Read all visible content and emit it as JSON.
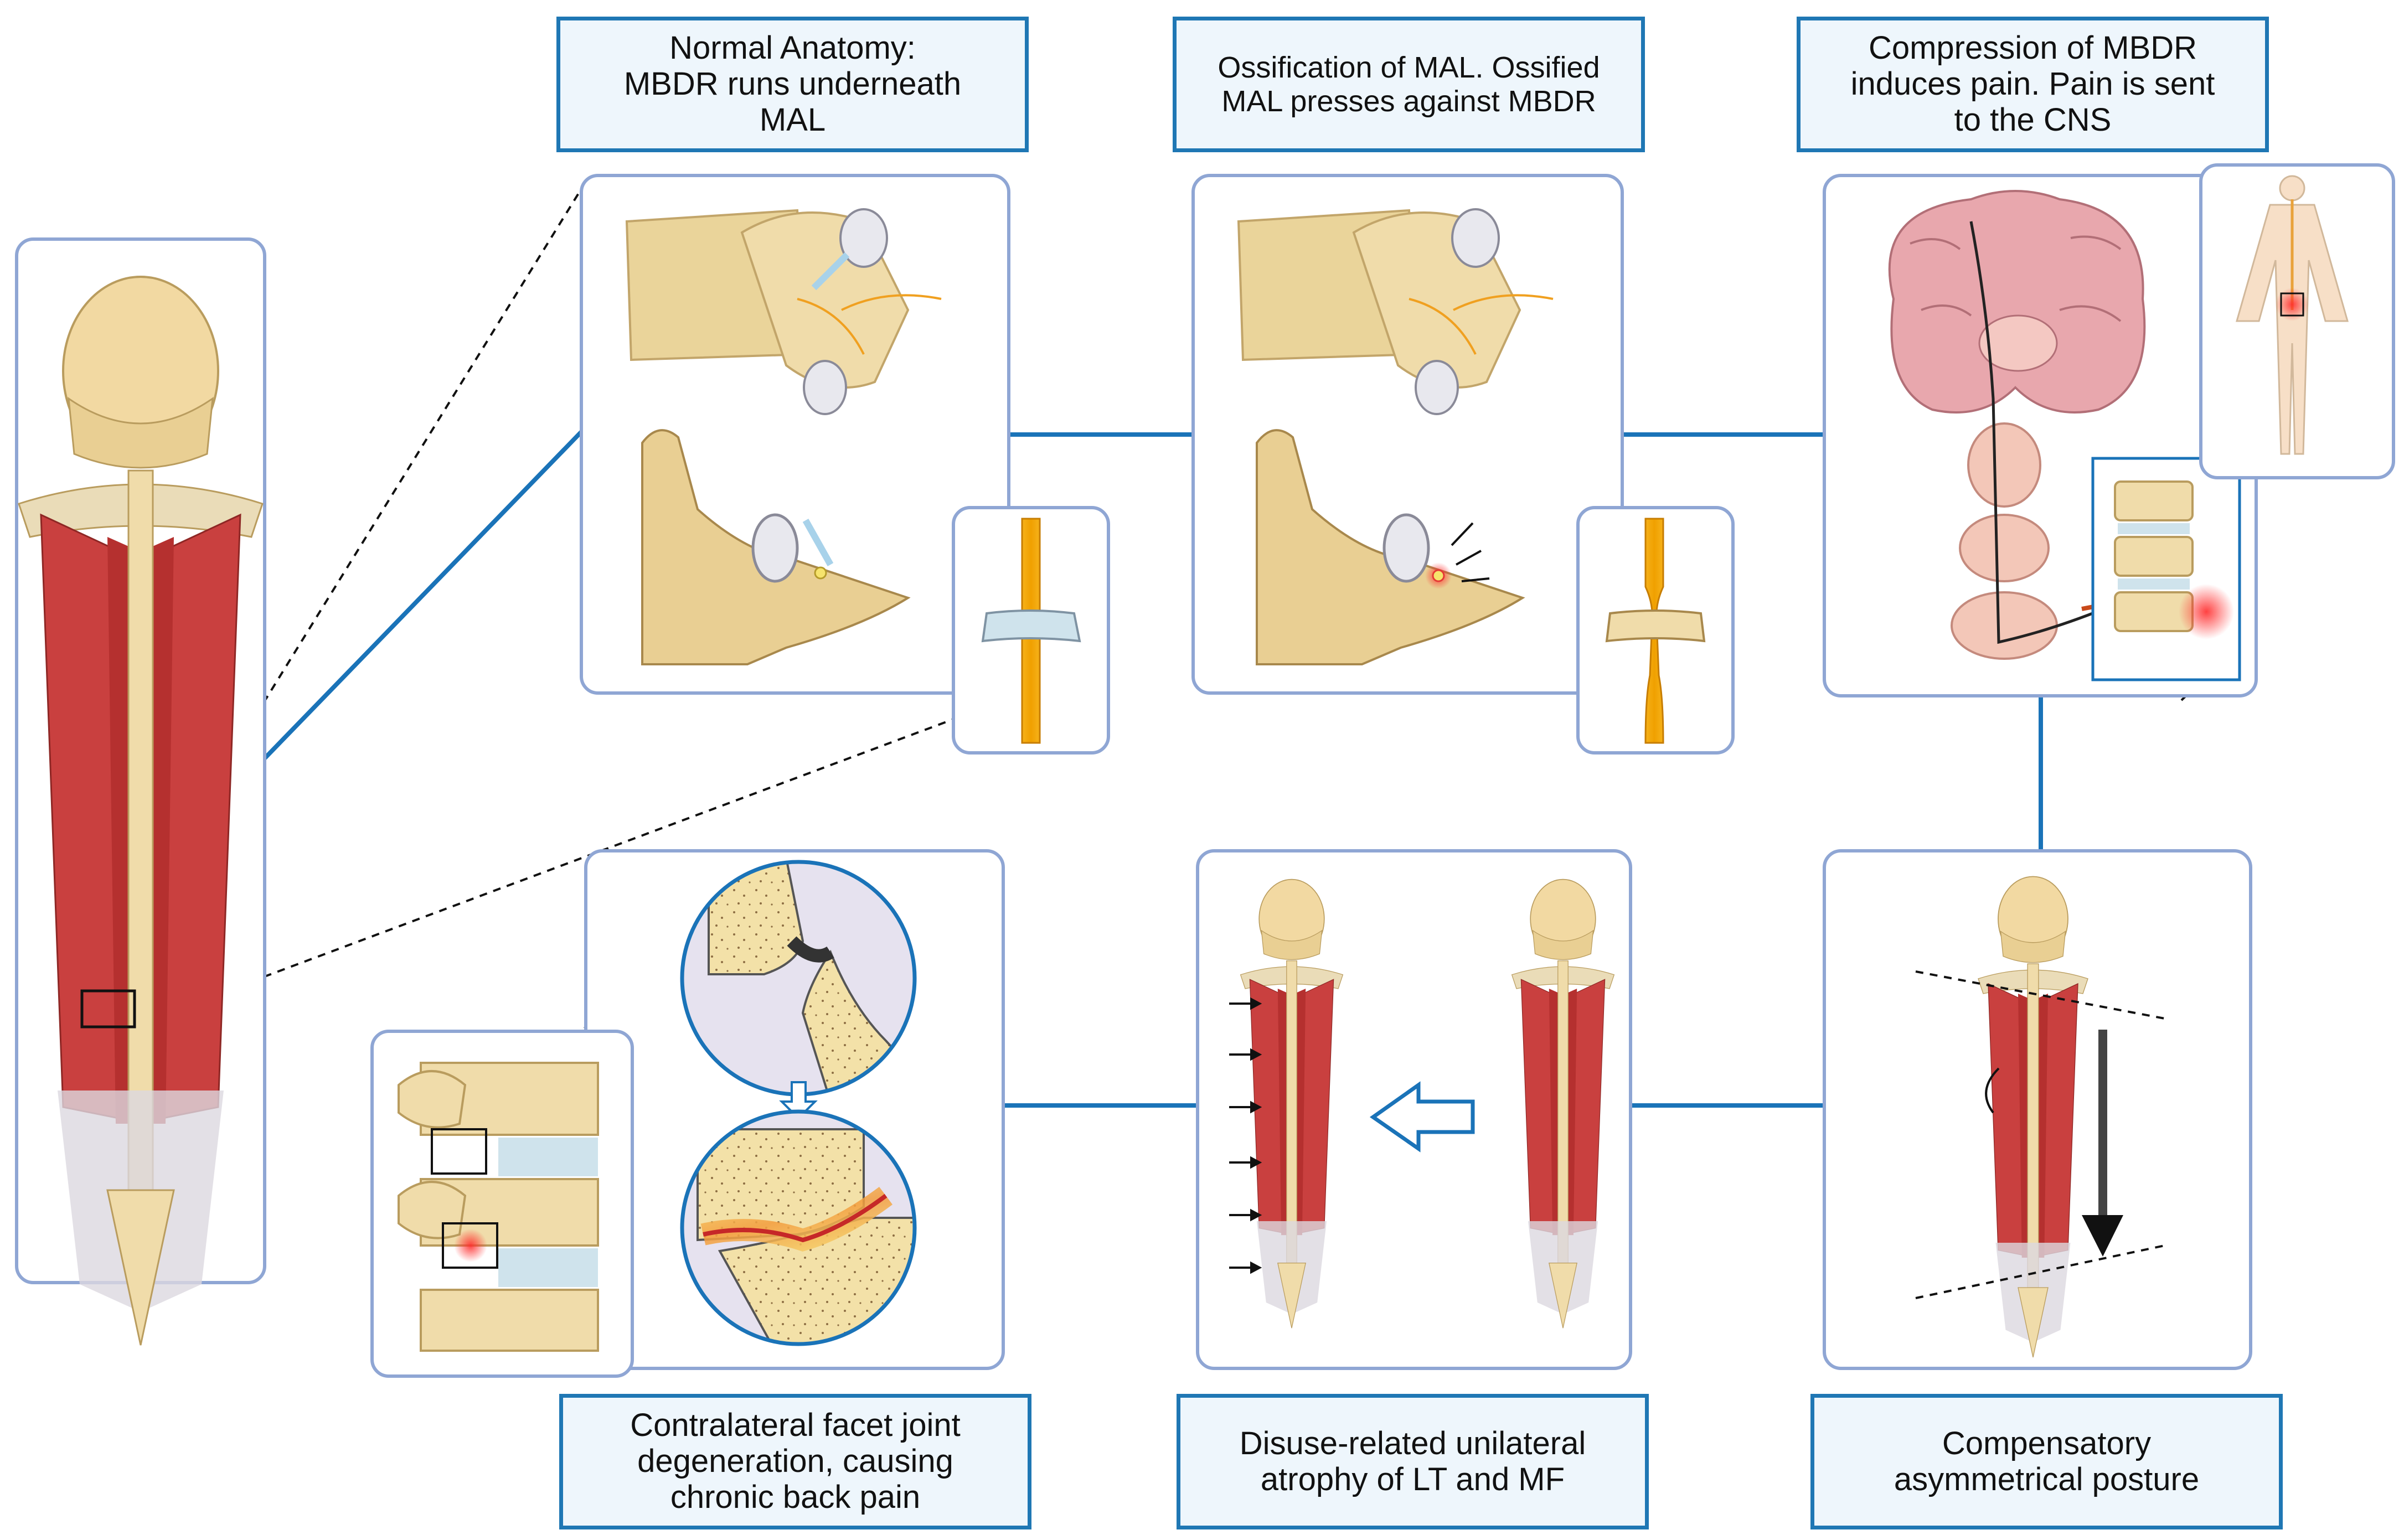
{
  "captions": {
    "normal_anatomy": "Normal Anatomy:\nMBDR runs underneath\nMAL",
    "ossification": "Ossification of MAL. Ossified\nMAL presses against MBDR",
    "compression": "Compression of MBDR\ninduces pain. Pain is sent\nto the CNS",
    "compensatory": "Compensatory\nasymmetrical posture",
    "disuse_atrophy": "Disuse-related unilateral\natrophy of LT and MF",
    "facet_degeneration": "Contralateral facet joint\ndegeneration, causing\nchronic back pain"
  },
  "colors": {
    "caption_border": "#1f77b4",
    "caption_fill": "#eef6fc",
    "panel_border": "#8fa6d4",
    "connector": "#1a73b8",
    "bone": "#f0dcaa",
    "bone_shade": "#d9bd7c",
    "muscle": "#c9403f",
    "nerve": "#f2a60f",
    "brain": "#e8a7ad",
    "disc": "#cfe3ec",
    "pain": "#e53935"
  },
  "icons": [
    "skeleton-back-figure",
    "vertebra-icon",
    "nerve-root-icon",
    "brain-icon",
    "spinal-cord-icon",
    "body-silhouette-icon",
    "facet-joint-icon",
    "arrow-left-icon",
    "arrow-down-icon"
  ]
}
